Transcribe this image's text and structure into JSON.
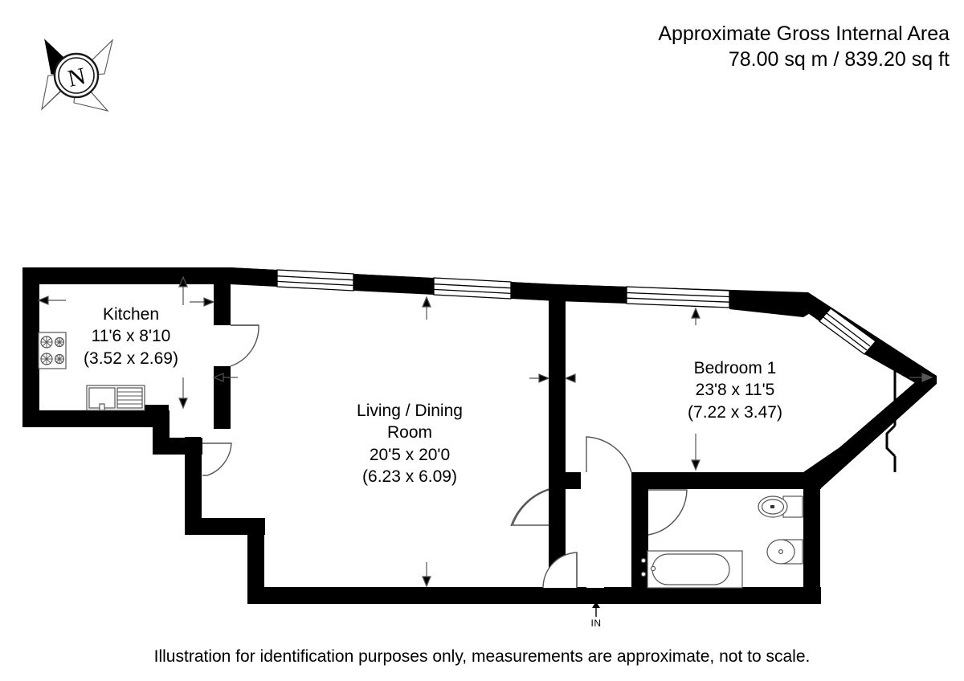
{
  "header": {
    "title_line_1": "Approximate Gross Internal Area",
    "title_line_2": "78.00 sq m / 839.20 sq ft"
  },
  "compass": {
    "label": "N",
    "icon": "compass-rose-icon",
    "north_point_fill": "#000000"
  },
  "footer": {
    "disclaimer": "Illustration for identification purposes only, measurements are approximate, not to scale."
  },
  "entrance": {
    "label": "IN",
    "icon": "arrow-up-icon"
  },
  "rooms": [
    {
      "id": "kitchen",
      "name": "Kitchen",
      "dimensions_imperial": "11'6 x 8'10",
      "dimensions_metric": "(3.52 x 2.69)"
    },
    {
      "id": "living-dining",
      "name_line_1": "Living / Dining",
      "name_line_2": "Room",
      "dimensions_imperial": "20'5 x 20'0",
      "dimensions_metric": "(6.23 x 6.09)"
    },
    {
      "id": "bedroom-1",
      "name": "Bedroom 1",
      "dimensions_imperial": "23'8 x 11'5",
      "dimensions_metric": "(7.22 x 3.47)"
    }
  ],
  "fixtures": [
    {
      "id": "hob",
      "name": "kitchen-hob-icon",
      "burners": 4
    },
    {
      "id": "sink",
      "name": "kitchen-sink-icon",
      "parts": "basin + draining board"
    },
    {
      "id": "bathtub",
      "name": "bathtub-icon",
      "taps": 2
    },
    {
      "id": "toilet",
      "name": "toilet-icon",
      "parts": "pan + cistern"
    },
    {
      "id": "basin",
      "name": "wash-basin-icon",
      "parts": "bowl + tap"
    }
  ],
  "openings": {
    "windows": 5,
    "doors": 5
  },
  "style": {
    "wall_color": "#000000",
    "fixture_stroke": "#555555",
    "background": "#ffffff"
  }
}
